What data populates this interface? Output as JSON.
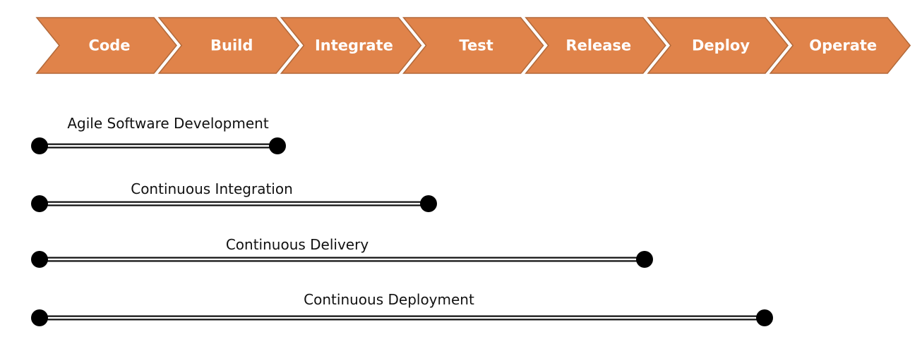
{
  "colors": {
    "stage_fill": "#E0834A",
    "stage_stroke": "#B2693A",
    "stage_text": "#FFFFFF",
    "line": "#111111",
    "dot": "#000000"
  },
  "stages": [
    {
      "label": "Code"
    },
    {
      "label": "Build"
    },
    {
      "label": "Integrate"
    },
    {
      "label": "Test"
    },
    {
      "label": "Release"
    },
    {
      "label": "Deploy"
    },
    {
      "label": "Operate"
    }
  ],
  "spans": [
    {
      "label": "Agile Software Development"
    },
    {
      "label": "Continuous Integration"
    },
    {
      "label": "Continuous Delivery"
    },
    {
      "label": "Continuous Deployment"
    }
  ]
}
